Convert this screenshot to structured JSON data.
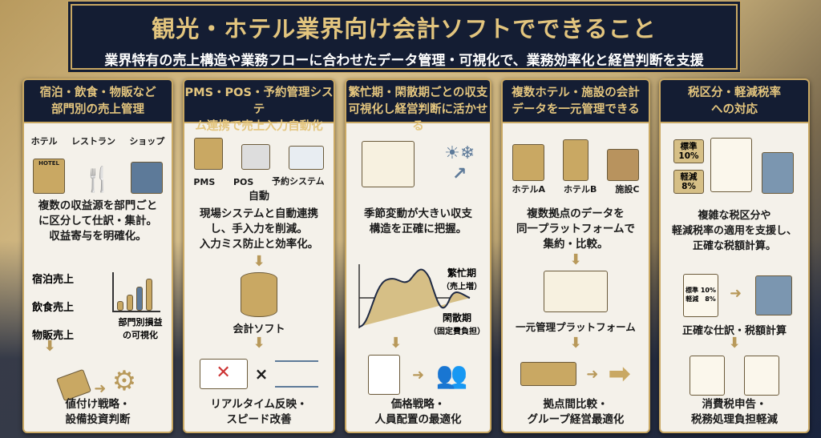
{
  "header": {
    "title": "観光・ホテル業界向け会計ソフトでできること",
    "subtitle": "業界特有の売上構造や業務フローに合わせたデータ管理・可視化で、業務効率化と経営判断を支援"
  },
  "colors": {
    "navy": "#141d33",
    "gold": "#c9a863",
    "card_bg": "#f4f1ea"
  },
  "cards": [
    {
      "title": "宿泊・飲食・物販など\n部門別の売上管理",
      "icons": [
        "ホテル",
        "レストラン",
        "ショップ"
      ],
      "hotel_sign": "HOTEL",
      "description": "複数の収益源を部門ごと\nに区分して仕訳・集計。\n収益寄与を明確化。",
      "sales": [
        "宿泊売上",
        "飲食売上",
        "物販売上"
      ],
      "chart_label": "部門別損益\nの可視化",
      "result": "値付け戦略・\n設備投資判断"
    },
    {
      "title": "PMS・POS・予約管理システ\nム連携で売上入力自動化",
      "icons": [
        "PMS",
        "POS",
        "予約システム"
      ],
      "auto": "自動",
      "description": "現場システムと自動連携\nし、手入力を削減。\n入力ミス防止と効率化。",
      "db_label": "会計ソフト",
      "times": "×",
      "result": "リアルタイム反映・\nスピード改善"
    },
    {
      "title": "繁忙期・閑散期ごとの収支\n可視化し経営判断に活かせる",
      "description": "季節変動が大きい収支\n構造を正確に把握。",
      "busy": "繁忙期",
      "busy_note": "（売上増）",
      "slow": "閑散期",
      "slow_note": "（固定費負担）",
      "result": "価格戦略・\n人員配置の最適化"
    },
    {
      "title": "複数ホテル・施設の会計\nデータを一元管理できる",
      "icons": [
        "ホテルA",
        "ホテルB",
        "施設C"
      ],
      "description": "複数拠点のデータを\n同一プラットフォームで\n集約・比較。",
      "platform": "一元管理プラットフォーム",
      "result": "拠点間比較・\nグループ経営最適化"
    },
    {
      "title": "税区分・軽減税率\nへの対応",
      "tax_tags": [
        "標準\n10%",
        "軽減\n8%"
      ],
      "description": "複雑な税区分や\n軽減税率の適用を支援し、\n正確な税額計算。",
      "receipt": [
        "標準 10%",
        "軽減　8%"
      ],
      "middle": "正確な仕訳・税額計算",
      "result": "消費税申告・\n税務処理負担軽減"
    }
  ]
}
